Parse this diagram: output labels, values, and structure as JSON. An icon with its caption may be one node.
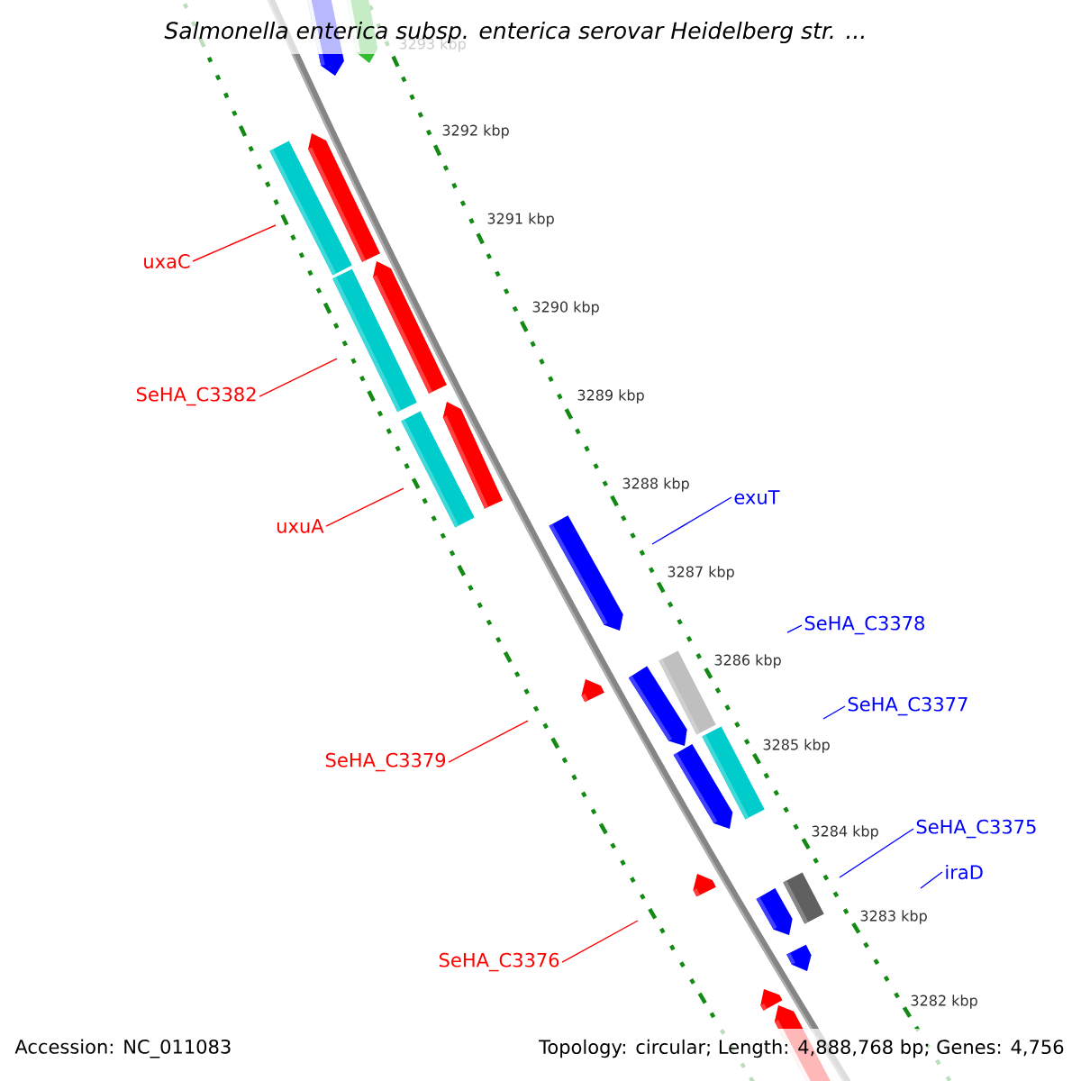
{
  "diagram": {
    "title": "Salmonella enterica subsp. enterica serovar Heidelberg str. ...",
    "nodes": [
      {
        "text": [
          "uxaC"
        ]
      },
      {
        "text": [
          "SeHA_C3382"
        ]
      },
      {
        "text": [
          "exuT"
        ]
      },
      {
        "text": [
          "uxuA"
        ]
      },
      {
        "text": [
          "SeHA_C3378"
        ]
      },
      {
        "text": [
          "SeHA_C3377"
        ]
      },
      {
        "text": [
          "SeHA_C3379"
        ]
      },
      {
        "text": [
          "SeHA_C3375"
        ]
      },
      {
        "text": [
          "iraD"
        ]
      },
      {
        "text": [
          "SeHA_C3376"
        ]
      }
    ],
    "edges": [
      {
        "from": 0,
        "to": null,
        "arrow": "none",
        "color": "#ff0000"
      },
      {
        "from": 1,
        "to": null,
        "arrow": "none",
        "color": "#ff0000"
      },
      {
        "from": 2,
        "to": null,
        "arrow": "none",
        "color": "#0000ff"
      },
      {
        "from": 3,
        "to": null,
        "arrow": "none",
        "color": "#ff0000"
      },
      {
        "from": 4,
        "to": null,
        "arrow": "none",
        "color": "#0000ff"
      },
      {
        "from": 5,
        "to": null,
        "arrow": "none",
        "color": "#0000ff"
      },
      {
        "from": 6,
        "to": null,
        "arrow": "none",
        "color": "#ff0000"
      },
      {
        "from": 7,
        "to": null,
        "arrow": "none",
        "color": "#0000ff"
      },
      {
        "from": 8,
        "to": null,
        "arrow": "none",
        "color": "#0000ff"
      },
      {
        "from": 9,
        "to": null,
        "arrow": "none",
        "color": "#ff0000"
      }
    ],
    "labels": [
      "3293 kbp",
      "3292 kbp",
      "3291 kbp",
      "3290 kbp",
      "3289 kbp",
      "3288 kbp",
      "3287 kbp",
      "3286 kbp",
      "3285 kbp",
      "3284 kbp",
      "3283 kbp",
      "3282 kbp",
      "Accession: NC_011083",
      "Topology: circular; Length: 4,888,768 bp; Genes: 4,756"
    ]
  }
}
